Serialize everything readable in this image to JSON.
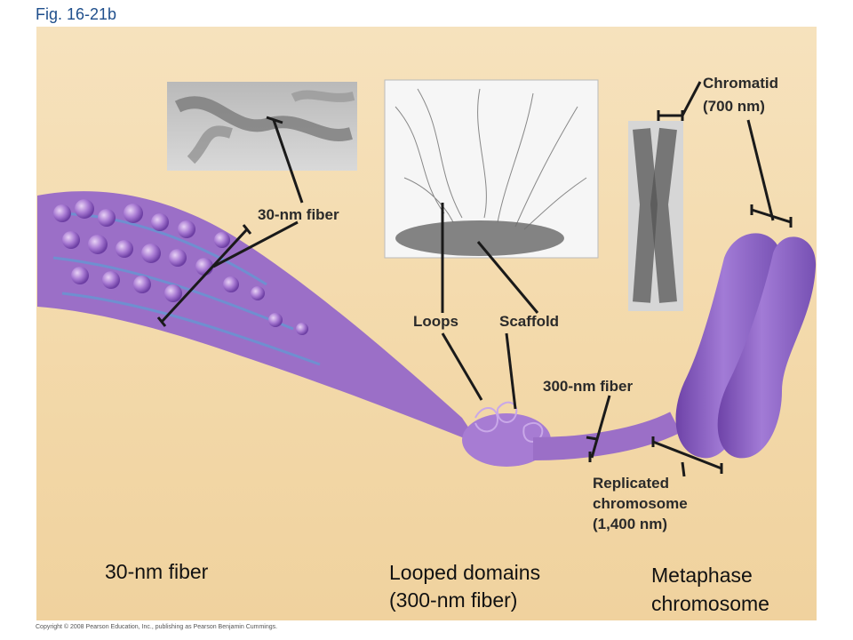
{
  "figure": {
    "label": "Fig. 16-21b"
  },
  "labels": {
    "fiber_30nm_inset": "30-nm fiber",
    "chromatid": "Chromatid",
    "chromatid_size": "(700 nm)",
    "loops": "Loops",
    "scaffold": "Scaffold",
    "fiber_300nm": "300-nm fiber",
    "replicated": "Replicated",
    "replicated_word2": "chromosome",
    "replicated_size": "(1,400 nm)"
  },
  "captions": {
    "fiber_30nm": "30-nm fiber",
    "looped_line1": "Looped domains",
    "looped_line2": "(300-nm fiber)",
    "metaphase_line1": "Metaphase",
    "metaphase_line2": "chromosome"
  },
  "copyright": "Copyright © 2008 Pearson Education, Inc., publishing as Pearson Benjamin Cummings.",
  "colors": {
    "background": "#f3d9aa",
    "fiber": "#9b6fc7",
    "chromosome": "#8a5fc0",
    "loops_blue": "#6f8fd0",
    "figure_label": "#1f4f8c"
  }
}
